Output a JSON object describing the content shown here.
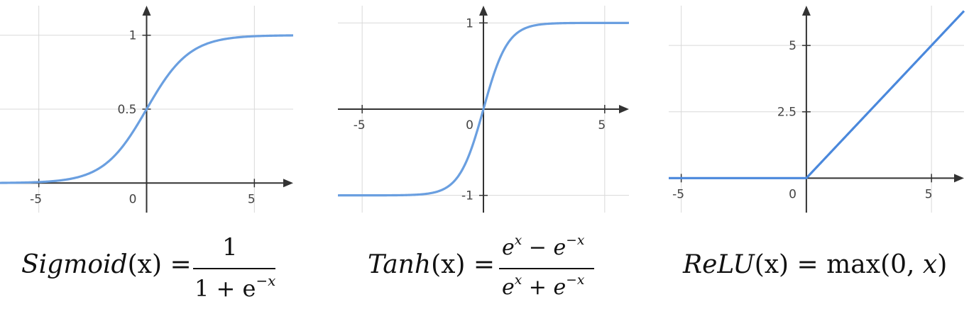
{
  "chart_data": [
    {
      "type": "line",
      "function": "sigmoid",
      "xlim": [
        -6.8,
        6.8
      ],
      "ylim": [
        -0.2,
        1.2
      ],
      "x_ticks": [
        {
          "v": -5,
          "label": "-5"
        },
        {
          "v": 5,
          "label": "5"
        }
      ],
      "y_ticks": [
        {
          "v": 0.5,
          "label": "0.5"
        },
        {
          "v": 1,
          "label": "1"
        }
      ],
      "origin_label": "0",
      "grid_x": [
        -5,
        5
      ],
      "grid_y": [
        0.5,
        1
      ],
      "color": "#6a9fe0",
      "formula": {
        "lhs_name": "Sigmoid",
        "lhs_arg": "(x)",
        "eq": "=",
        "numerator": "1",
        "denominator_base": "1 + e",
        "denominator_exp": "−x"
      }
    },
    {
      "type": "line",
      "function": "tanh",
      "xlim": [
        -6,
        6
      ],
      "ylim": [
        -1.2,
        1.2
      ],
      "x_ticks": [
        {
          "v": -5,
          "label": "-5"
        },
        {
          "v": 5,
          "label": "5"
        }
      ],
      "y_ticks": [
        {
          "v": -1,
          "label": "-1"
        },
        {
          "v": 1,
          "label": "1"
        }
      ],
      "origin_label": "0",
      "grid_x": [
        -5,
        5
      ],
      "grid_y": [
        -1,
        1
      ],
      "color": "#6a9fe0",
      "formula": {
        "lhs_name": "Tanh",
        "lhs_arg": "(x)",
        "eq": "=",
        "num_a": "e",
        "num_a_exp": "x",
        "num_op": " − e",
        "num_b_exp": "−x",
        "den_a": "e",
        "den_a_exp": "x",
        "den_op": " + e",
        "den_b_exp": "−x"
      }
    },
    {
      "type": "line",
      "function": "relu",
      "xlim": [
        -5.5,
        6.3
      ],
      "ylim": [
        -1.3,
        6.5
      ],
      "x_ticks": [
        {
          "v": -5,
          "label": "-5"
        },
        {
          "v": 5,
          "label": "5"
        }
      ],
      "y_ticks": [
        {
          "v": 2.5,
          "label": "2.5"
        },
        {
          "v": 5,
          "label": "5"
        }
      ],
      "origin_label": "0",
      "grid_x": [
        -5,
        5
      ],
      "grid_y": [
        2.5,
        5
      ],
      "color": "#4a88dc",
      "formula": {
        "lhs_name": "ReLU",
        "lhs_arg": "(x)",
        "eq": "=",
        "rhs": "max(0, ",
        "rhs_var": "x",
        "rhs_close": ")"
      }
    }
  ]
}
